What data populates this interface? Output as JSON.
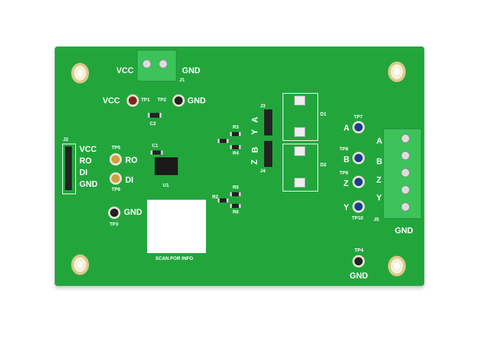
{
  "j1": {
    "ref": "J1",
    "left": "VCC",
    "right": "GND"
  },
  "tp1": "TP1",
  "tp2": "TP2",
  "c2": "C2",
  "vcc2": "VCC",
  "gnd2": "GND",
  "j2": {
    "ref": "J2",
    "pins": [
      "VCC",
      "RO",
      "DI",
      "GND"
    ]
  },
  "tp5": "TP5",
  "ro": "RO",
  "tp6": "TP6",
  "di": "DI",
  "c1": "C1",
  "u1": "U1",
  "tp3": "TP3",
  "gnd3": "GND",
  "resistors": [
    "R3",
    "R4",
    "R2",
    "R5",
    "R6"
  ],
  "j3": {
    "ref": "J3",
    "labels": [
      "A",
      "Y"
    ]
  },
  "j4": {
    "ref": "J4",
    "labels": [
      "Z",
      "B"
    ]
  },
  "d1": "D1",
  "d2": "D2",
  "tps": [
    {
      "ref": "TP7",
      "label": "A"
    },
    {
      "ref": "TP8",
      "label": "B"
    },
    {
      "ref": "TP9",
      "label": "Z"
    },
    {
      "ref": "TP10",
      "label": "Y"
    }
  ],
  "j5": {
    "ref": "J5",
    "pins": [
      "A",
      "B",
      "Z",
      "Y",
      "GND"
    ]
  },
  "tp4": "TP4",
  "gnd4": "GND",
  "qr_label": "SCAN FOR INFO",
  "colors": {
    "board": "#22a63c",
    "terminal": "#3cc35a"
  }
}
